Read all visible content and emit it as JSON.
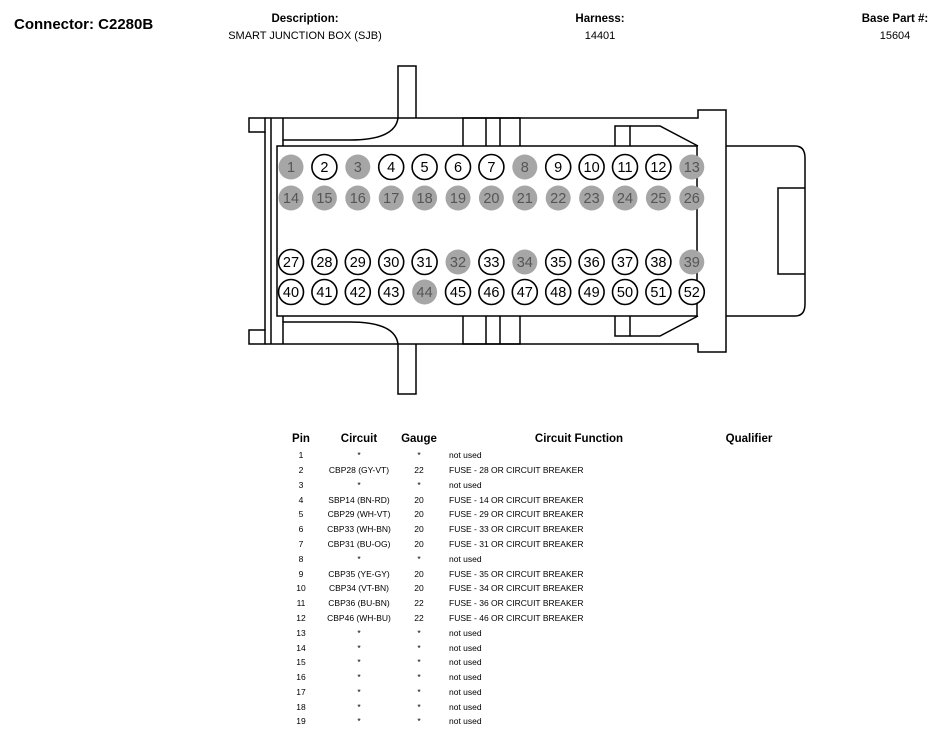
{
  "header": {
    "connector": "Connector: C2280B",
    "description_label": "Description:",
    "description_value": "SMART JUNCTION BOX (SJB)",
    "harness_label": "Harness:",
    "harness_value": "14401",
    "base_part_label": "Base Part #:",
    "base_part_value": "15604"
  },
  "connector_pins": [
    {
      "n": "1",
      "used": false
    },
    {
      "n": "2",
      "used": true
    },
    {
      "n": "3",
      "used": false
    },
    {
      "n": "4",
      "used": true
    },
    {
      "n": "5",
      "used": true
    },
    {
      "n": "6",
      "used": true
    },
    {
      "n": "7",
      "used": true
    },
    {
      "n": "8",
      "used": false
    },
    {
      "n": "9",
      "used": true
    },
    {
      "n": "10",
      "used": true
    },
    {
      "n": "11",
      "used": true
    },
    {
      "n": "12",
      "used": true
    },
    {
      "n": "13",
      "used": false
    },
    {
      "n": "14",
      "used": false
    },
    {
      "n": "15",
      "used": false
    },
    {
      "n": "16",
      "used": false
    },
    {
      "n": "17",
      "used": false
    },
    {
      "n": "18",
      "used": false
    },
    {
      "n": "19",
      "used": false
    },
    {
      "n": "20",
      "used": false
    },
    {
      "n": "21",
      "used": false
    },
    {
      "n": "22",
      "used": false
    },
    {
      "n": "23",
      "used": false
    },
    {
      "n": "24",
      "used": false
    },
    {
      "n": "25",
      "used": false
    },
    {
      "n": "26",
      "used": false
    },
    {
      "n": "27",
      "used": true
    },
    {
      "n": "28",
      "used": true
    },
    {
      "n": "29",
      "used": true
    },
    {
      "n": "30",
      "used": true
    },
    {
      "n": "31",
      "used": true
    },
    {
      "n": "32",
      "used": false
    },
    {
      "n": "33",
      "used": true
    },
    {
      "n": "34",
      "used": false
    },
    {
      "n": "35",
      "used": true
    },
    {
      "n": "36",
      "used": true
    },
    {
      "n": "37",
      "used": true
    },
    {
      "n": "38",
      "used": true
    },
    {
      "n": "39",
      "used": false
    },
    {
      "n": "40",
      "used": true
    },
    {
      "n": "41",
      "used": true
    },
    {
      "n": "42",
      "used": true
    },
    {
      "n": "43",
      "used": true
    },
    {
      "n": "44",
      "used": false
    },
    {
      "n": "45",
      "used": true
    },
    {
      "n": "46",
      "used": true
    },
    {
      "n": "47",
      "used": true
    },
    {
      "n": "48",
      "used": true
    },
    {
      "n": "49",
      "used": true
    },
    {
      "n": "50",
      "used": true
    },
    {
      "n": "51",
      "used": true
    },
    {
      "n": "52",
      "used": true
    }
  ],
  "table": {
    "headers": {
      "pin": "Pin",
      "circuit": "Circuit",
      "gauge": "Gauge",
      "function": "Circuit Function",
      "qualifier": "Qualifier"
    },
    "rows": [
      {
        "pin": "1",
        "circuit": "*",
        "gauge": "*",
        "function": "not used",
        "qualifier": ""
      },
      {
        "pin": "2",
        "circuit": "CBP28 (GY-VT)",
        "gauge": "22",
        "function": "FUSE - 28 OR CIRCUIT BREAKER",
        "qualifier": ""
      },
      {
        "pin": "3",
        "circuit": "*",
        "gauge": "*",
        "function": "not used",
        "qualifier": ""
      },
      {
        "pin": "4",
        "circuit": "SBP14 (BN-RD)",
        "gauge": "20",
        "function": "FUSE - 14 OR CIRCUIT BREAKER",
        "qualifier": ""
      },
      {
        "pin": "5",
        "circuit": "CBP29 (WH-VT)",
        "gauge": "20",
        "function": "FUSE - 29 OR CIRCUIT BREAKER",
        "qualifier": ""
      },
      {
        "pin": "6",
        "circuit": "CBP33 (WH-BN)",
        "gauge": "20",
        "function": "FUSE - 33 OR CIRCUIT BREAKER",
        "qualifier": ""
      },
      {
        "pin": "7",
        "circuit": "CBP31 (BU-OG)",
        "gauge": "20",
        "function": "FUSE - 31 OR CIRCUIT BREAKER",
        "qualifier": ""
      },
      {
        "pin": "8",
        "circuit": "*",
        "gauge": "*",
        "function": "not used",
        "qualifier": ""
      },
      {
        "pin": "9",
        "circuit": "CBP35 (YE-GY)",
        "gauge": "20",
        "function": "FUSE - 35 OR CIRCUIT BREAKER",
        "qualifier": ""
      },
      {
        "pin": "10",
        "circuit": "CBP34 (VT-BN)",
        "gauge": "20",
        "function": "FUSE - 34 OR CIRCUIT BREAKER",
        "qualifier": ""
      },
      {
        "pin": "11",
        "circuit": "CBP36 (BU-BN)",
        "gauge": "22",
        "function": "FUSE - 36 OR CIRCUIT BREAKER",
        "qualifier": ""
      },
      {
        "pin": "12",
        "circuit": "CBP46 (WH-BU)",
        "gauge": "22",
        "function": "FUSE - 46 OR CIRCUIT BREAKER",
        "qualifier": ""
      },
      {
        "pin": "13",
        "circuit": "*",
        "gauge": "*",
        "function": "not used",
        "qualifier": ""
      },
      {
        "pin": "14",
        "circuit": "*",
        "gauge": "*",
        "function": "not used",
        "qualifier": ""
      },
      {
        "pin": "15",
        "circuit": "*",
        "gauge": "*",
        "function": "not used",
        "qualifier": ""
      },
      {
        "pin": "16",
        "circuit": "*",
        "gauge": "*",
        "function": "not used",
        "qualifier": ""
      },
      {
        "pin": "17",
        "circuit": "*",
        "gauge": "*",
        "function": "not used",
        "qualifier": ""
      },
      {
        "pin": "18",
        "circuit": "*",
        "gauge": "*",
        "function": "not used",
        "qualifier": ""
      },
      {
        "pin": "19",
        "circuit": "*",
        "gauge": "*",
        "function": "not used",
        "qualifier": ""
      }
    ]
  },
  "colors": {
    "unused_pin_fill": "#a6a6a6",
    "used_pin_fill": "#ffffff",
    "outline": "#000000"
  }
}
